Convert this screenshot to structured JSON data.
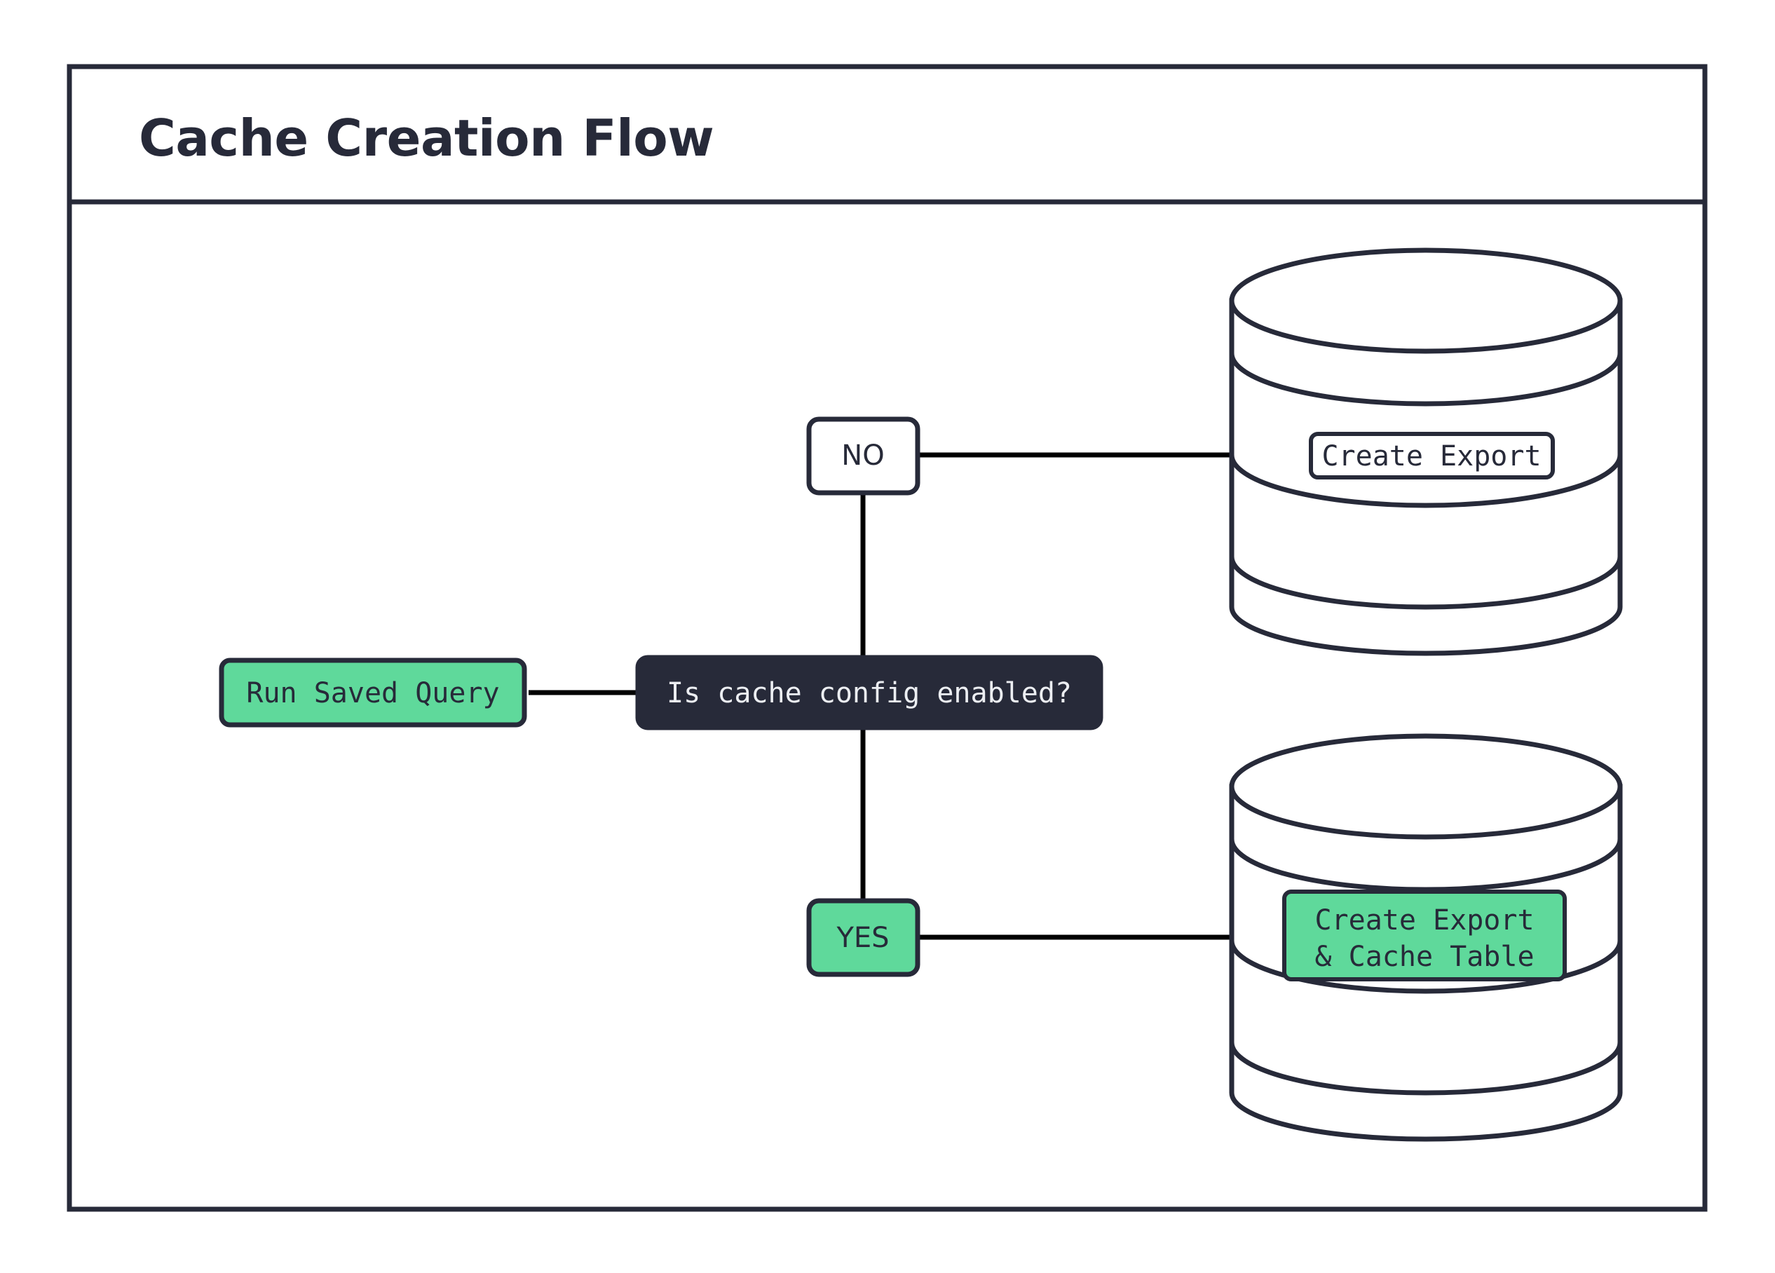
{
  "frame": {
    "title": "Cache Creation Flow",
    "border_color": "#272a39",
    "background": "#ffffff"
  },
  "palette": {
    "dark": "#272a39",
    "green": "#5fd99b",
    "white": "#ffffff",
    "edge": "#000000",
    "light_text": "#eceef2"
  },
  "nodes": {
    "run_saved_query": {
      "label": "Run Saved Query",
      "shape": "rounded-rect",
      "fill": "#5fd99b",
      "text_color": "#272a39"
    },
    "decision": {
      "label": "Is cache config enabled?",
      "shape": "rounded-rect",
      "fill": "#272a39",
      "text_color": "#eceef2"
    },
    "branch_no": {
      "label": "NO",
      "shape": "rounded-rect",
      "fill": "#ffffff",
      "text_color": "#272a39"
    },
    "branch_yes": {
      "label": "YES",
      "shape": "rounded-rect",
      "fill": "#5fd99b",
      "text_color": "#272a39"
    },
    "database_export": {
      "shape": "cylinder",
      "fill": "#ffffff",
      "label": "Create Export",
      "label_fill": "#ffffff",
      "label_text_color": "#272a39"
    },
    "database_export_cache": {
      "shape": "cylinder",
      "fill": "#ffffff",
      "label_line1": "Create Export",
      "label_line2": "& Cache Table",
      "label_fill": "#5fd99b",
      "label_text_color": "#272a39"
    }
  },
  "edges": [
    {
      "from": "run_saved_query",
      "to": "decision",
      "label": ""
    },
    {
      "from": "decision",
      "to": "branch_no",
      "label": ""
    },
    {
      "from": "branch_no",
      "to": "database_export",
      "label": ""
    },
    {
      "from": "decision",
      "to": "branch_yes",
      "label": ""
    },
    {
      "from": "branch_yes",
      "to": "database_export_cache",
      "label": ""
    }
  ]
}
